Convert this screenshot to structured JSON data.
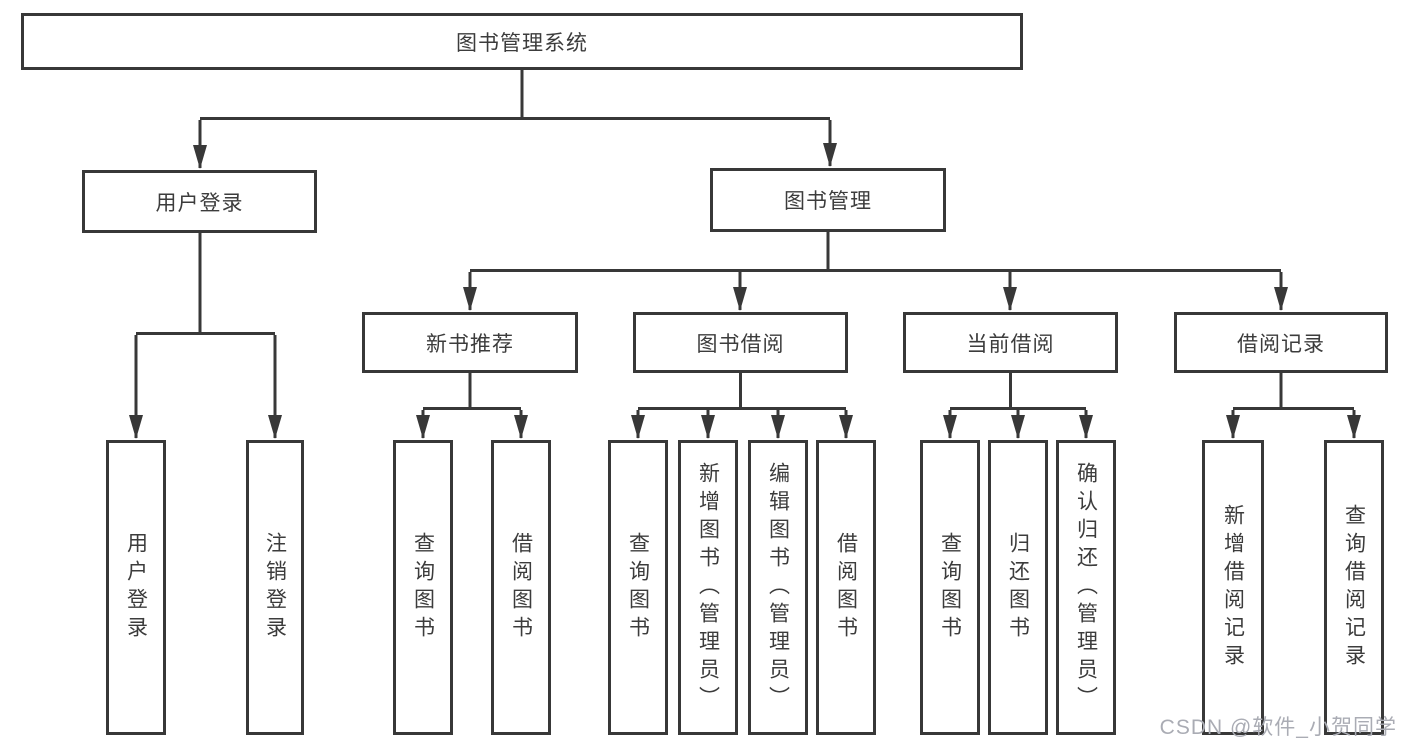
{
  "diagram": {
    "tree": {
      "root": "图书管理系统",
      "branches": [
        {
          "label": "用户登录",
          "children": [
            "用户登录",
            "注销登录"
          ]
        },
        {
          "label": "图书管理",
          "children": [
            {
              "label": "新书推荐",
              "children": [
                "查询图书",
                "借阅图书"
              ]
            },
            {
              "label": "图书借阅",
              "children": [
                "查询图书",
                "新增图书（管理员）",
                "编辑图书（管理员）",
                "借阅图书"
              ]
            },
            {
              "label": "当前借阅",
              "children": [
                "查询图书",
                "归还图书",
                "确认归还（管理员）"
              ]
            },
            {
              "label": "借阅记录",
              "children": [
                "新增借阅记录",
                "查询借阅记录"
              ]
            }
          ]
        }
      ]
    },
    "colors": {
      "line": "#383838",
      "box_border": "#383838",
      "box_background": "#ffffff",
      "text": "#3c3c3c",
      "watermark": "#aaacb4"
    },
    "watermark": "CSDN @软件_小贺同学"
  }
}
